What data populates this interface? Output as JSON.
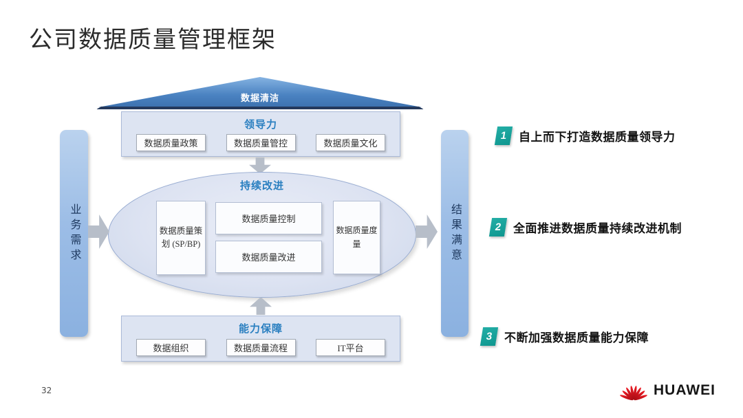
{
  "slide": {
    "title": "公司数据质量管理框架",
    "page_number": "32"
  },
  "diagram": {
    "roof": {
      "label": "数据清洁"
    },
    "leadership": {
      "title": "领导力",
      "items": [
        "数据质量政策",
        "数据质量管控",
        "数据质量文化"
      ]
    },
    "continuous_improvement": {
      "title": "持续改进",
      "planning": "数据质量策划 (SP/BP)",
      "control": "数据质量控制",
      "improvement": "数据质量改进",
      "measurement": "数据质量度量"
    },
    "capability": {
      "title": "能力保障",
      "items": [
        "数据组织",
        "数据质量流程",
        "IT平台"
      ]
    },
    "left_bar": "业务需求",
    "right_bar": "结果满意"
  },
  "annotations": [
    {
      "num": "1",
      "text": "自上而下打造数据质量领导力"
    },
    {
      "num": "2",
      "text": "全面推进数据质量持续改进机制"
    },
    {
      "num": "3",
      "text": "不断加强数据质量能力保障"
    }
  ],
  "footer": {
    "logo_text": "HUAWEI"
  },
  "colors": {
    "section_title_blue": "#2a7fc0",
    "badge_teal": "#14a09a",
    "triangle_blue": "#4a80bf",
    "bar_blue": "#9fc0e8",
    "arrow_gray": "#b7bec9",
    "section_fill": "#dde4f2",
    "huawei_red": "#d90f1c"
  }
}
